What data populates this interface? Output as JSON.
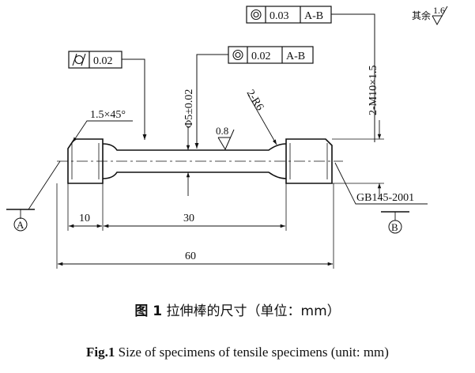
{
  "drawing": {
    "roughness_note": "其余",
    "roughness_value": "1.6",
    "tolerance_top": {
      "value": "0.03",
      "datum": "A-B"
    },
    "tolerance_mid": {
      "value": "0.02",
      "datum": "A-B"
    },
    "tolerance_left": {
      "value": "0.02"
    },
    "dim_thread": "2-M10×1.5",
    "dim_dia": "Φ5±0.02",
    "dim_radius": "2-R6",
    "dim_chamfer": "1.5×45°",
    "roughness_mid": "0.8",
    "standard": "GB145-2001",
    "datum_a": "A",
    "datum_b": "B",
    "dim_10": "10",
    "dim_30": "30",
    "dim_60": "60"
  },
  "caption": {
    "cn_label": "图 1",
    "cn_text": "拉伸棒的尺寸（单位：mm）",
    "en_label": "Fig.1",
    "en_text": "Size of specimens of tensile specimens (unit: mm)"
  }
}
